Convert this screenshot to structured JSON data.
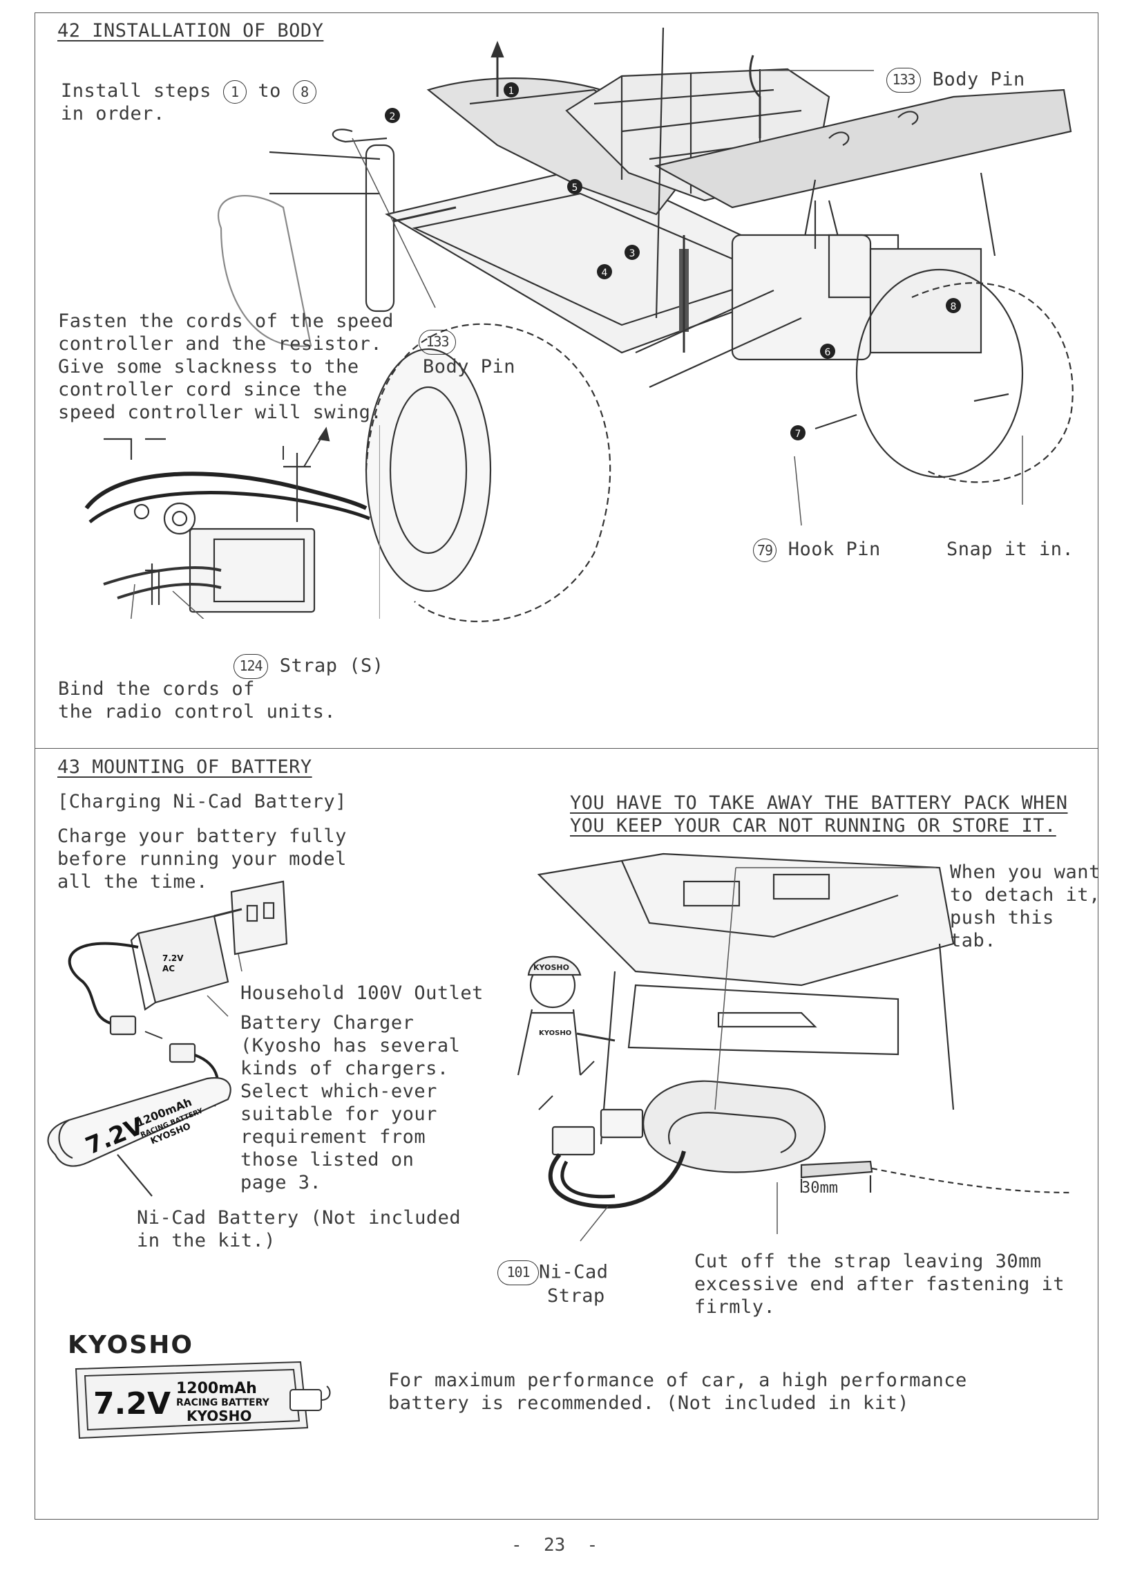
{
  "section42": {
    "heading": "42 INSTALLATION OF BODY",
    "install_line1_pre": "Install steps ",
    "install_step_from": "1",
    "install_mid": " to ",
    "install_step_to": "8",
    "install_line2": "in order.",
    "fasten_note": [
      "Fasten the cords of the speed",
      "controller and the resistor.",
      "Give some slackness to the",
      "controller cord since the",
      "speed controller will swing."
    ],
    "body_pin_num": "133",
    "body_pin_label": "Body Pin",
    "body_pin_left_num": "133",
    "body_pin_left_label": "Body Pin",
    "hook_pin_num": "79",
    "hook_pin_label": "Hook Pin",
    "snap_label": "Snap it in.",
    "strap_num": "124",
    "strap_label": "Strap (S)",
    "bind_note": [
      "Bind the cords of",
      "the radio control units."
    ],
    "step_markers": [
      "1",
      "2",
      "3",
      "4",
      "5",
      "6",
      "7",
      "8"
    ]
  },
  "section43": {
    "heading": "43 MOUNTING OF BATTERY",
    "subheading": "[Charging Ni-Cad Battery]",
    "charge_note": [
      "Charge your battery fully",
      "before running your model",
      "all the time."
    ],
    "warning": [
      "YOU HAVE TO TAKE AWAY THE BATTERY PACK WHEN",
      "YOU KEEP YOUR CAR NOT RUNNING OR STORE IT."
    ],
    "detach_note": [
      "When you want",
      "to detach it,",
      "push this",
      "tab."
    ],
    "outlet_label": "Household 100V Outlet",
    "charger_note": [
      "Battery Charger",
      "(Kyosho has several",
      "kinds of chargers.",
      "Select which-ever",
      "suitable for your",
      "requirement from",
      "those listed on",
      "page 3."
    ],
    "battery_label": [
      "Ni-Cad Battery (Not included",
      "in the kit.)"
    ],
    "strap_num": "101",
    "strap_label": [
      "Ni-Cad",
      "Strap"
    ],
    "cut_note": [
      "Cut off the strap leaving 30mm",
      "excessive end after fastening it",
      "firmly."
    ],
    "dimension": "30mm",
    "battery_print": {
      "voltage": "7.2V",
      "capacity": "1200mAh",
      "type": "RACING BATTERY",
      "brand": "KYOSHO"
    },
    "cap_logo": "KYOSHO",
    "shirt_logo": "KYOSHO",
    "charger_print": [
      "7.2V",
      "AC"
    ]
  },
  "footer": {
    "brand_logo": "KYOSHO",
    "battery_voltage": "7.2V",
    "battery_capacity": "1200mAh",
    "battery_type": "RACING BATTERY",
    "battery_brand": "KYOSHO",
    "performance_note": [
      "For maximum performance of car, a high performance",
      "battery is recommended. (Not included in kit)"
    ],
    "page_number": "-  23  -"
  }
}
